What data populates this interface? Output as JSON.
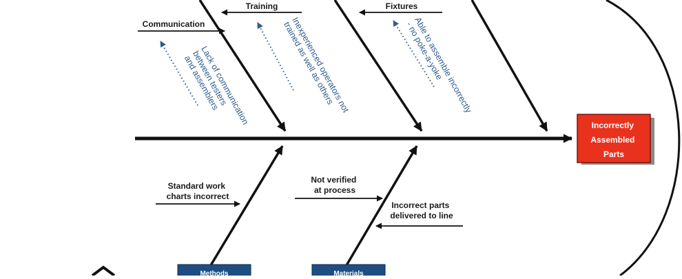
{
  "diagram": {
    "effect": {
      "lines": [
        "Incorrectly",
        "Assembled",
        "Parts"
      ],
      "color": "#e8321e"
    },
    "categories": {
      "methods": "Methods",
      "materials": "Materials",
      "color": "#1e4d82"
    },
    "causes": {
      "communication": "Communication",
      "training": "Training",
      "fixtures": "Fixtures",
      "standard_work": [
        "Standard work",
        "charts incorrect"
      ],
      "not_verified": [
        "Not verified",
        "at process"
      ],
      "incorrect_parts": [
        "Incorrect parts",
        "delivered to line"
      ]
    },
    "notes": {
      "lack_of_communication": [
        "Lack of communication",
        "between testers",
        "and assemblers"
      ],
      "inexperienced_operators": [
        "Inexperienced operators not",
        "trained as well as others"
      ],
      "able_to_assemble": [
        "Able to assemble incorrectly",
        "- no poke-a-yoke"
      ]
    },
    "note_color": "#2f5c8c"
  }
}
